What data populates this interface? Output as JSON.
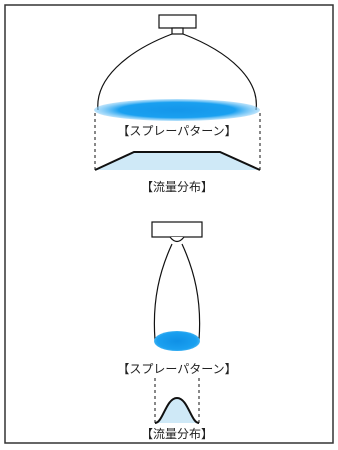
{
  "diagram_top": {
    "spray_pattern_label": "【スプレーパターン】",
    "flow_distribution_label": "【流量分布】"
  },
  "diagram_bottom": {
    "spray_pattern_label": "【スプレーパターン】",
    "flow_distribution_label": "【流量分布】"
  },
  "colors": {
    "spray": "#1aa0f0",
    "distribution_fill": "#cfe9f7",
    "line": "#111111",
    "border": "#333333"
  }
}
